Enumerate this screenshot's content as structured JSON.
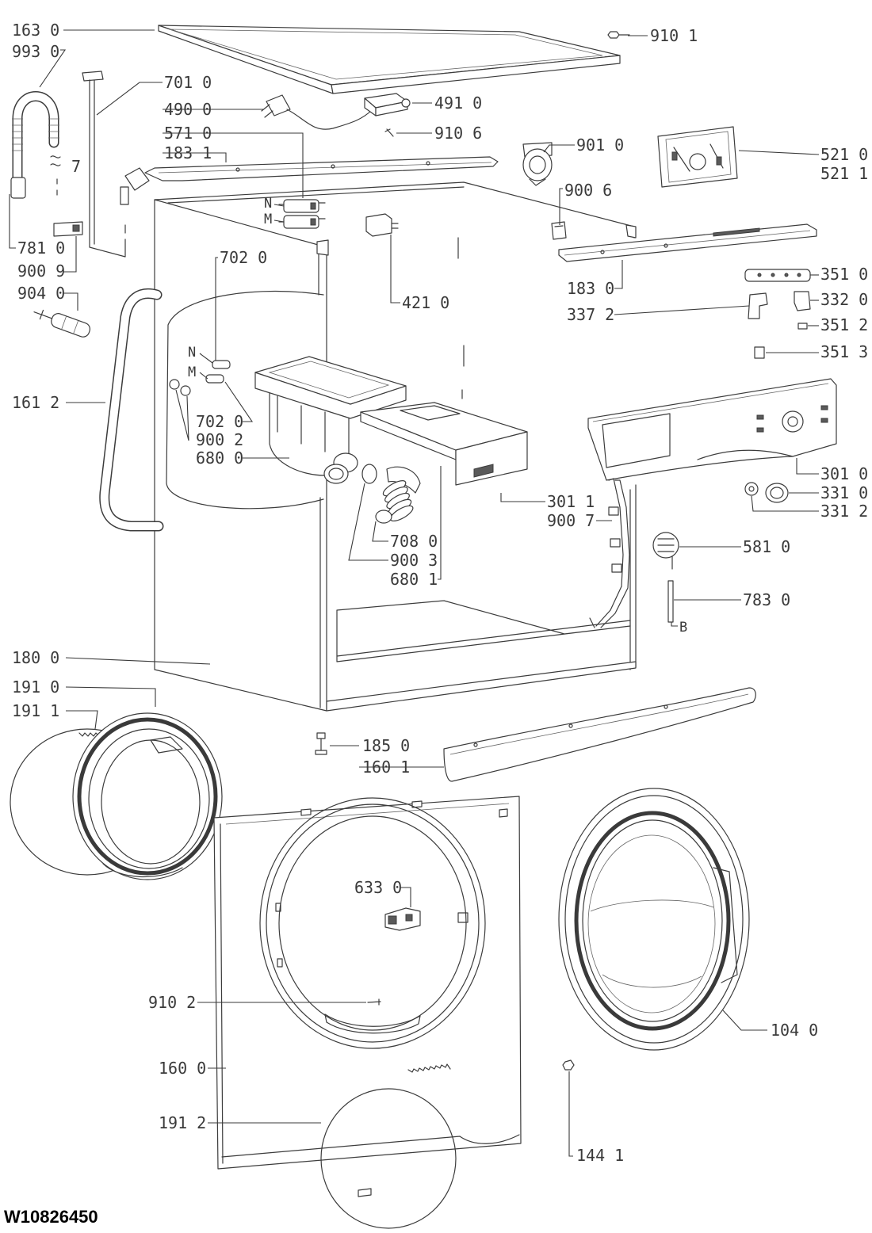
{
  "document_number": "W10826450",
  "callouts": {
    "c163_0": "163 0",
    "c993_0": "993 0",
    "c910_1": "910 1",
    "c701_0": "701 0",
    "c490_0": "490 0",
    "c491_0": "491 0",
    "c571_0": "571 0",
    "c910_6": "910 6",
    "c901_0": "901 0",
    "c183_1": "183 1",
    "c521_0": "521 0",
    "c521_1": "521 1",
    "c7": "7",
    "c900_6": "900 6",
    "c781_0": "781 0",
    "c702_0_a": "702 0",
    "c900_9": "900 9",
    "c351_0": "351 0",
    "c183_0": "183 0",
    "c904_0": "904 0",
    "c332_0": "332 0",
    "c421_0": "421 0",
    "c337_2": "337 2",
    "c351_2": "351 2",
    "c351_3": "351 3",
    "c161_2": "161 2",
    "c702_0_b": "702 0",
    "c900_2": "900 2",
    "c680_0": "680 0",
    "c301_0": "301 0",
    "c331_0": "331 0",
    "c301_1": "301 1",
    "c331_2": "331 2",
    "c900_7": "900 7",
    "c708_0": "708 0",
    "c581_0": "581 0",
    "c900_3": "900 3",
    "c680_1": "680 1",
    "c783_0": "783 0",
    "c180_0": "180 0",
    "c191_0": "191 0",
    "c191_1": "191 1",
    "c185_0": "185 0",
    "c160_1": "160 1",
    "c633_0": "633 0",
    "c910_2": "910 2",
    "c104_0": "104 0",
    "c160_0": "160 0",
    "c191_2": "191 2",
    "c144_1": "144 1"
  },
  "wire_marks": {
    "valve_n": "N",
    "valve_m": "M",
    "connector_n": "N",
    "connector_m": "M",
    "rod_b": "B"
  }
}
